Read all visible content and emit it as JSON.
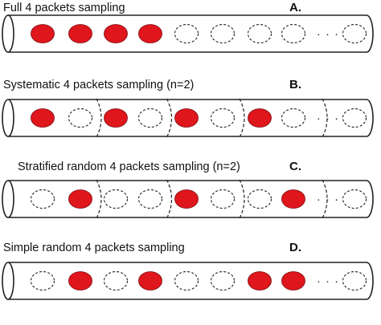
{
  "panels": [
    {
      "letter": "A.",
      "title": "Full 4 packets sampling",
      "packets": [
        "sampled",
        "sampled",
        "sampled",
        "sampled",
        "empty",
        "empty",
        "empty",
        "empty",
        "empty"
      ],
      "dividers": []
    },
    {
      "letter": "B.",
      "title": "Systematic 4 packets sampling (n=2)",
      "packets": [
        "sampled",
        "empty",
        "sampled",
        "empty",
        "sampled",
        "empty",
        "sampled",
        "empty",
        "empty"
      ],
      "dividers": [
        2,
        4,
        6,
        8
      ]
    },
    {
      "letter": "C.",
      "title": "Stratified random 4 packets sampling (n=2)",
      "packets": [
        "empty",
        "sampled",
        "empty",
        "empty",
        "sampled",
        "empty",
        "empty",
        "sampled",
        "empty"
      ],
      "dividers": [
        2,
        4,
        6,
        8
      ]
    },
    {
      "letter": "D.",
      "title": "Simple random 4 packets sampling",
      "packets": [
        "empty",
        "sampled",
        "empty",
        "sampled",
        "empty",
        "empty",
        "sampled",
        "sampled",
        "empty"
      ],
      "dividers": []
    }
  ],
  "ellipsis": "· · ·",
  "colors": {
    "sampled_fill": "#e0161d",
    "sampled_stroke": "#7a0b0e",
    "empty_stroke": "#222222",
    "pipe_stroke": "#222222"
  }
}
